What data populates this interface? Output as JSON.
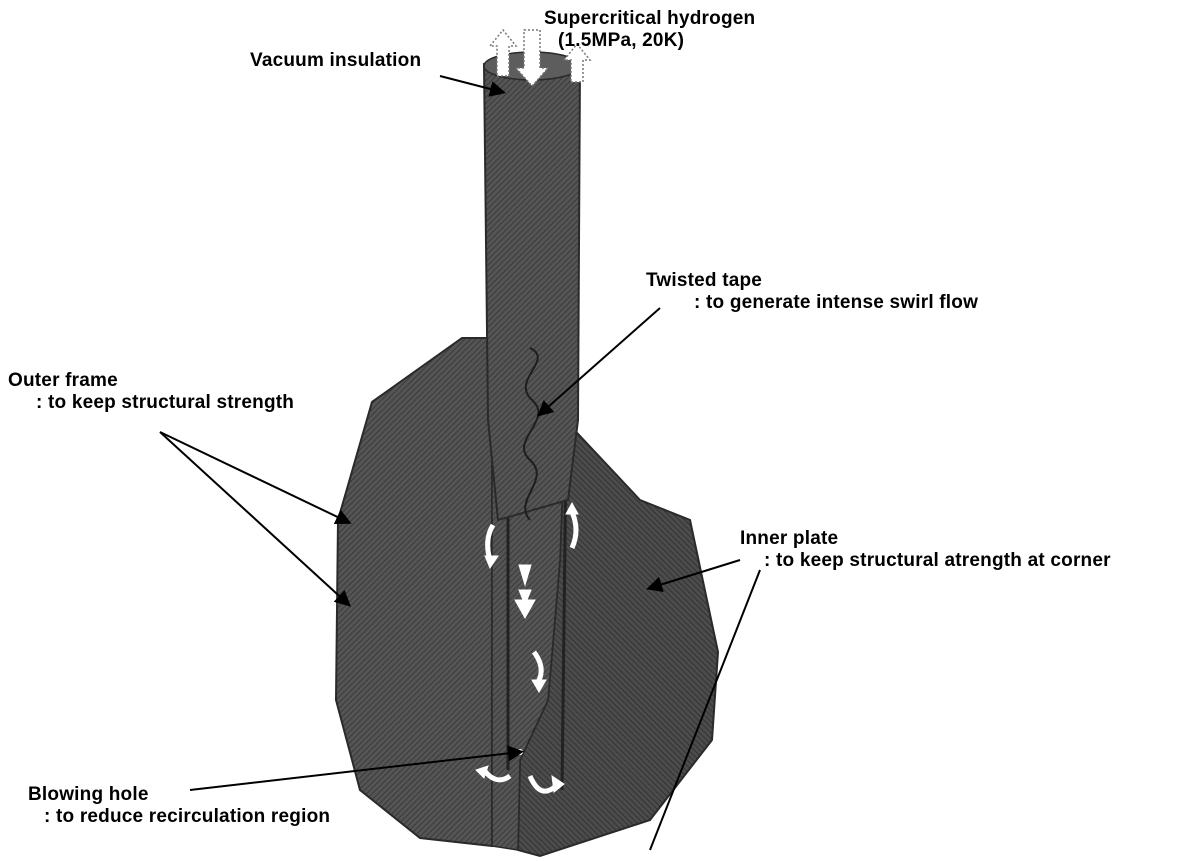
{
  "labels": {
    "supercritical": {
      "line1": "Supercritical hydrogen",
      "line2": "(1.5MPa, 20K)"
    },
    "vacuum": "Vacuum insulation",
    "twisted": {
      "line1": "Twisted tape",
      "line2": ": to generate intense swirl flow"
    },
    "outer": {
      "line1": "Outer frame",
      "line2": ": to keep structural strength"
    },
    "inner": {
      "line1": "Inner plate",
      "line2": ": to keep structural atrength at corner"
    },
    "blowing": {
      "line1": "Blowing hole",
      "line2": ": to reduce recirculation region"
    }
  },
  "colors": {
    "body": "#4a4a4a",
    "body_dark": "#2e2e2e",
    "body_light": "#6a6a6a",
    "arrow": "#ffffff"
  }
}
